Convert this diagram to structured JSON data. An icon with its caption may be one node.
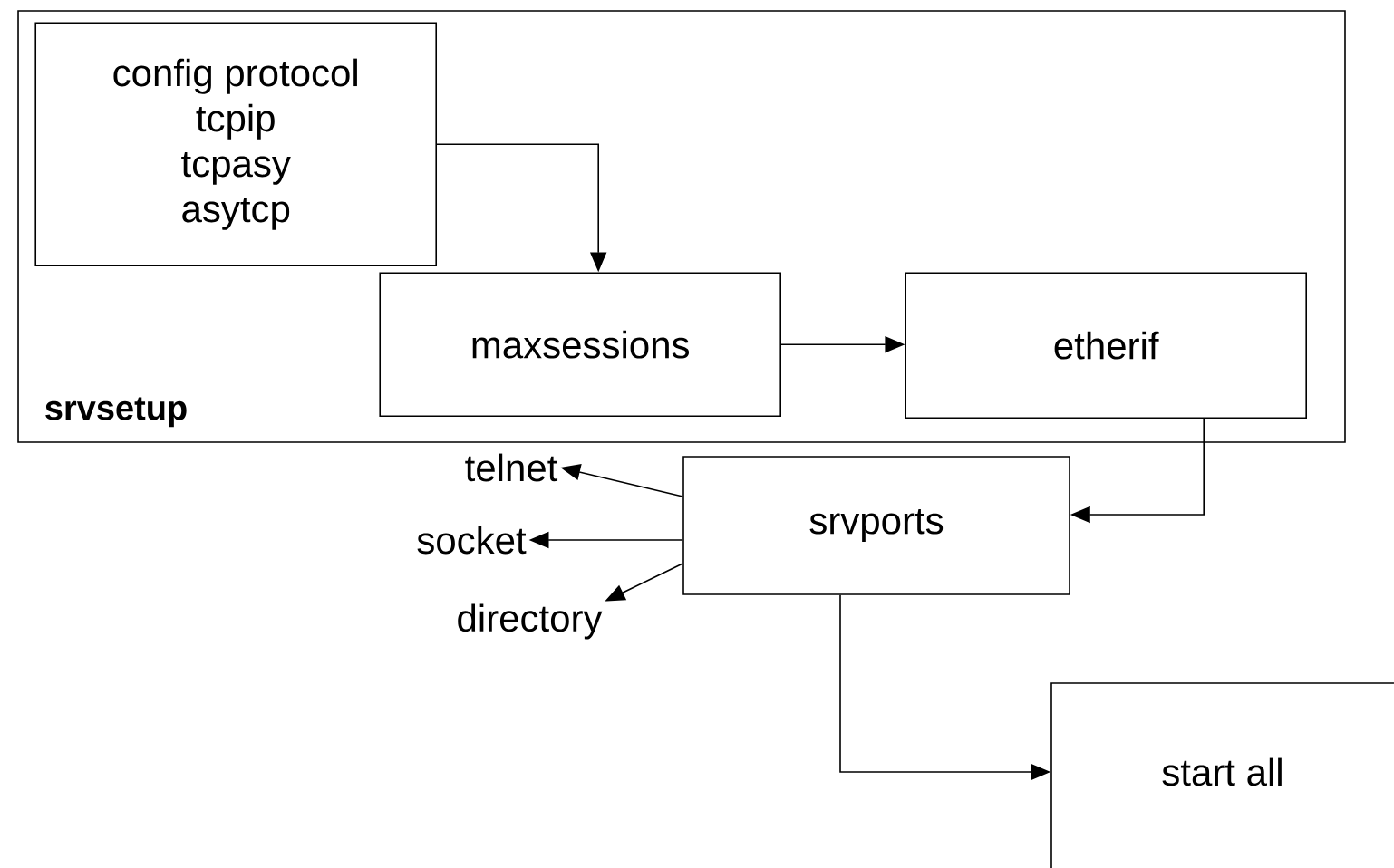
{
  "diagram": {
    "nodes": [
      {
        "text": [
          "srvsetup"
        ]
      },
      {
        "text": [
          "config protocol",
          "tcpip",
          "tcpasy",
          "asytcp"
        ],
        "in": 0
      },
      {
        "text": [
          "maxsessions"
        ],
        "in": 0
      },
      {
        "text": [
          "etherif"
        ],
        "in": 0
      },
      {
        "text": [
          "srvports"
        ]
      },
      {
        "text": [
          "telnet"
        ]
      },
      {
        "text": [
          "socket"
        ]
      },
      {
        "text": [
          "directory"
        ]
      },
      {
        "text": [
          "start all"
        ]
      }
    ],
    "edges": [
      {
        "from": 1,
        "to": 2,
        "arrow": "to"
      },
      {
        "from": 2,
        "to": 3,
        "arrow": "to"
      },
      {
        "from": 3,
        "to": 4,
        "arrow": "to"
      },
      {
        "from": 4,
        "to": 5,
        "arrow": "to"
      },
      {
        "from": 4,
        "to": 6,
        "arrow": "to"
      },
      {
        "from": 4,
        "to": 7,
        "arrow": "to"
      },
      {
        "from": 4,
        "to": 8,
        "arrow": "to"
      }
    ]
  }
}
